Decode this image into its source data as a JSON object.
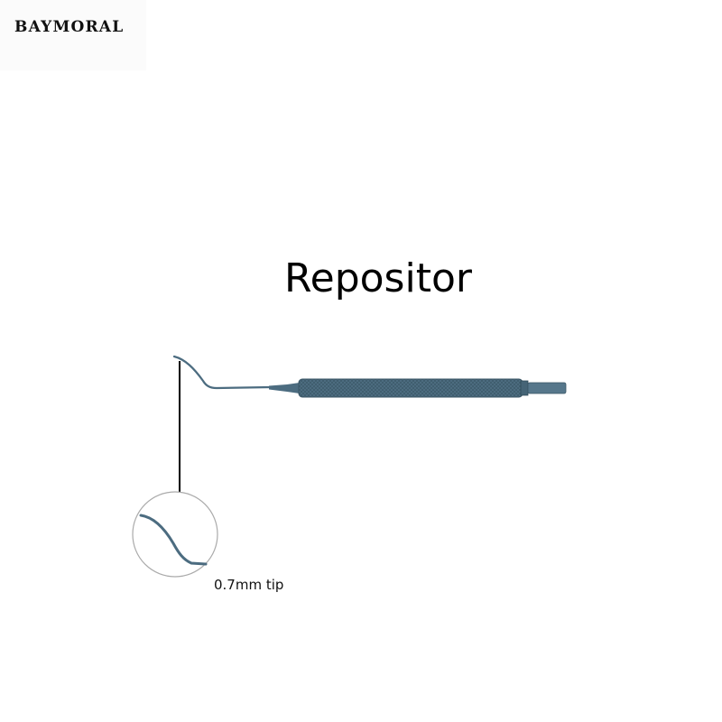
{
  "brand": {
    "name": "BAYMORAL"
  },
  "product": {
    "title": "Repositor",
    "tip_label": "0.7mm tip",
    "instrument_icon": "ophthalmic-repositor-instrument",
    "zoom_icon": "tip-magnifier-circle"
  },
  "colors": {
    "instrument": "#4c6c80",
    "instrument_dark": "#33505f",
    "background": "#ffffff"
  }
}
